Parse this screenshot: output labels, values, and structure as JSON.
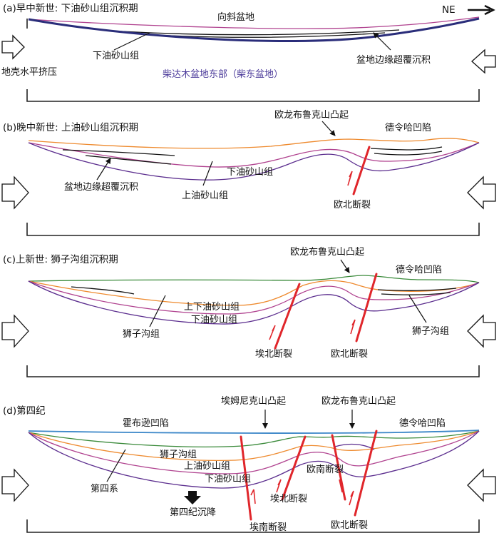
{
  "colors": {
    "purple": "#5b2d8e",
    "magenta": "#b0428f",
    "orange": "#ee8a2e",
    "green": "#3a8a3a",
    "blue": "#3a86c8",
    "fault_red": "#e0262b",
    "navy": "#2a2d7a",
    "label_purple": "#4b3a9a"
  },
  "icons": {
    "compression_arrow": "hollow-arrow",
    "direction_arrow": "right-arrow",
    "fault_motion": "half-arrow"
  },
  "panel_a": {
    "title": "(a)早中新世: 下油砂山组沉积期",
    "basin_label": "向斜盆地",
    "direction": "NE",
    "formation_label": "下油砂山组",
    "onlap_label": "盆地边缘超覆沉积",
    "compression_label": "地壳水平挤压",
    "region_label": "柴达木盆地东部（柴东盆地）"
  },
  "panel_b": {
    "title": "(b)晚中新世: 上油砂山组沉积期",
    "uplift_label": "欧龙布鲁克山凸起",
    "depression_label": "德令哈凹陷",
    "onlap_label": "盆地边缘超覆沉积",
    "lower_formation": "下油砂山组",
    "upper_formation": "上油砂山组",
    "fault_label": "欧北断裂"
  },
  "panel_c": {
    "title": "(c)上新世: 狮子沟组沉积期",
    "uplift_label": "欧龙布鲁克山凸起",
    "depression_label": "德令哈凹陷",
    "formations_label": "上下油砂山组",
    "lower_formation": "下油砂山组",
    "shizigou_left": "狮子沟组",
    "shizigou_right": "狮子沟组",
    "fault_left": "埃北断裂",
    "fault_right": "欧北断裂"
  },
  "panel_d": {
    "title": "(d)第四纪",
    "uplift_left": "埃姆尼克山凸起",
    "uplift_right": "欧龙布鲁克山凸起",
    "depression_left": "霍布逊凹陷",
    "depression_right": "德令哈凹陷",
    "shizigou": "狮子沟组",
    "upper_formation": "上油砂山组",
    "lower_formation": "下油砂山组",
    "quaternary": "第四系",
    "subsidence": "第四纪沉降",
    "fault_aibei": "埃北断裂",
    "fault_ounan": "欧南断裂",
    "fault_ainan": "埃南断裂",
    "fault_oubei": "欧北断裂"
  }
}
